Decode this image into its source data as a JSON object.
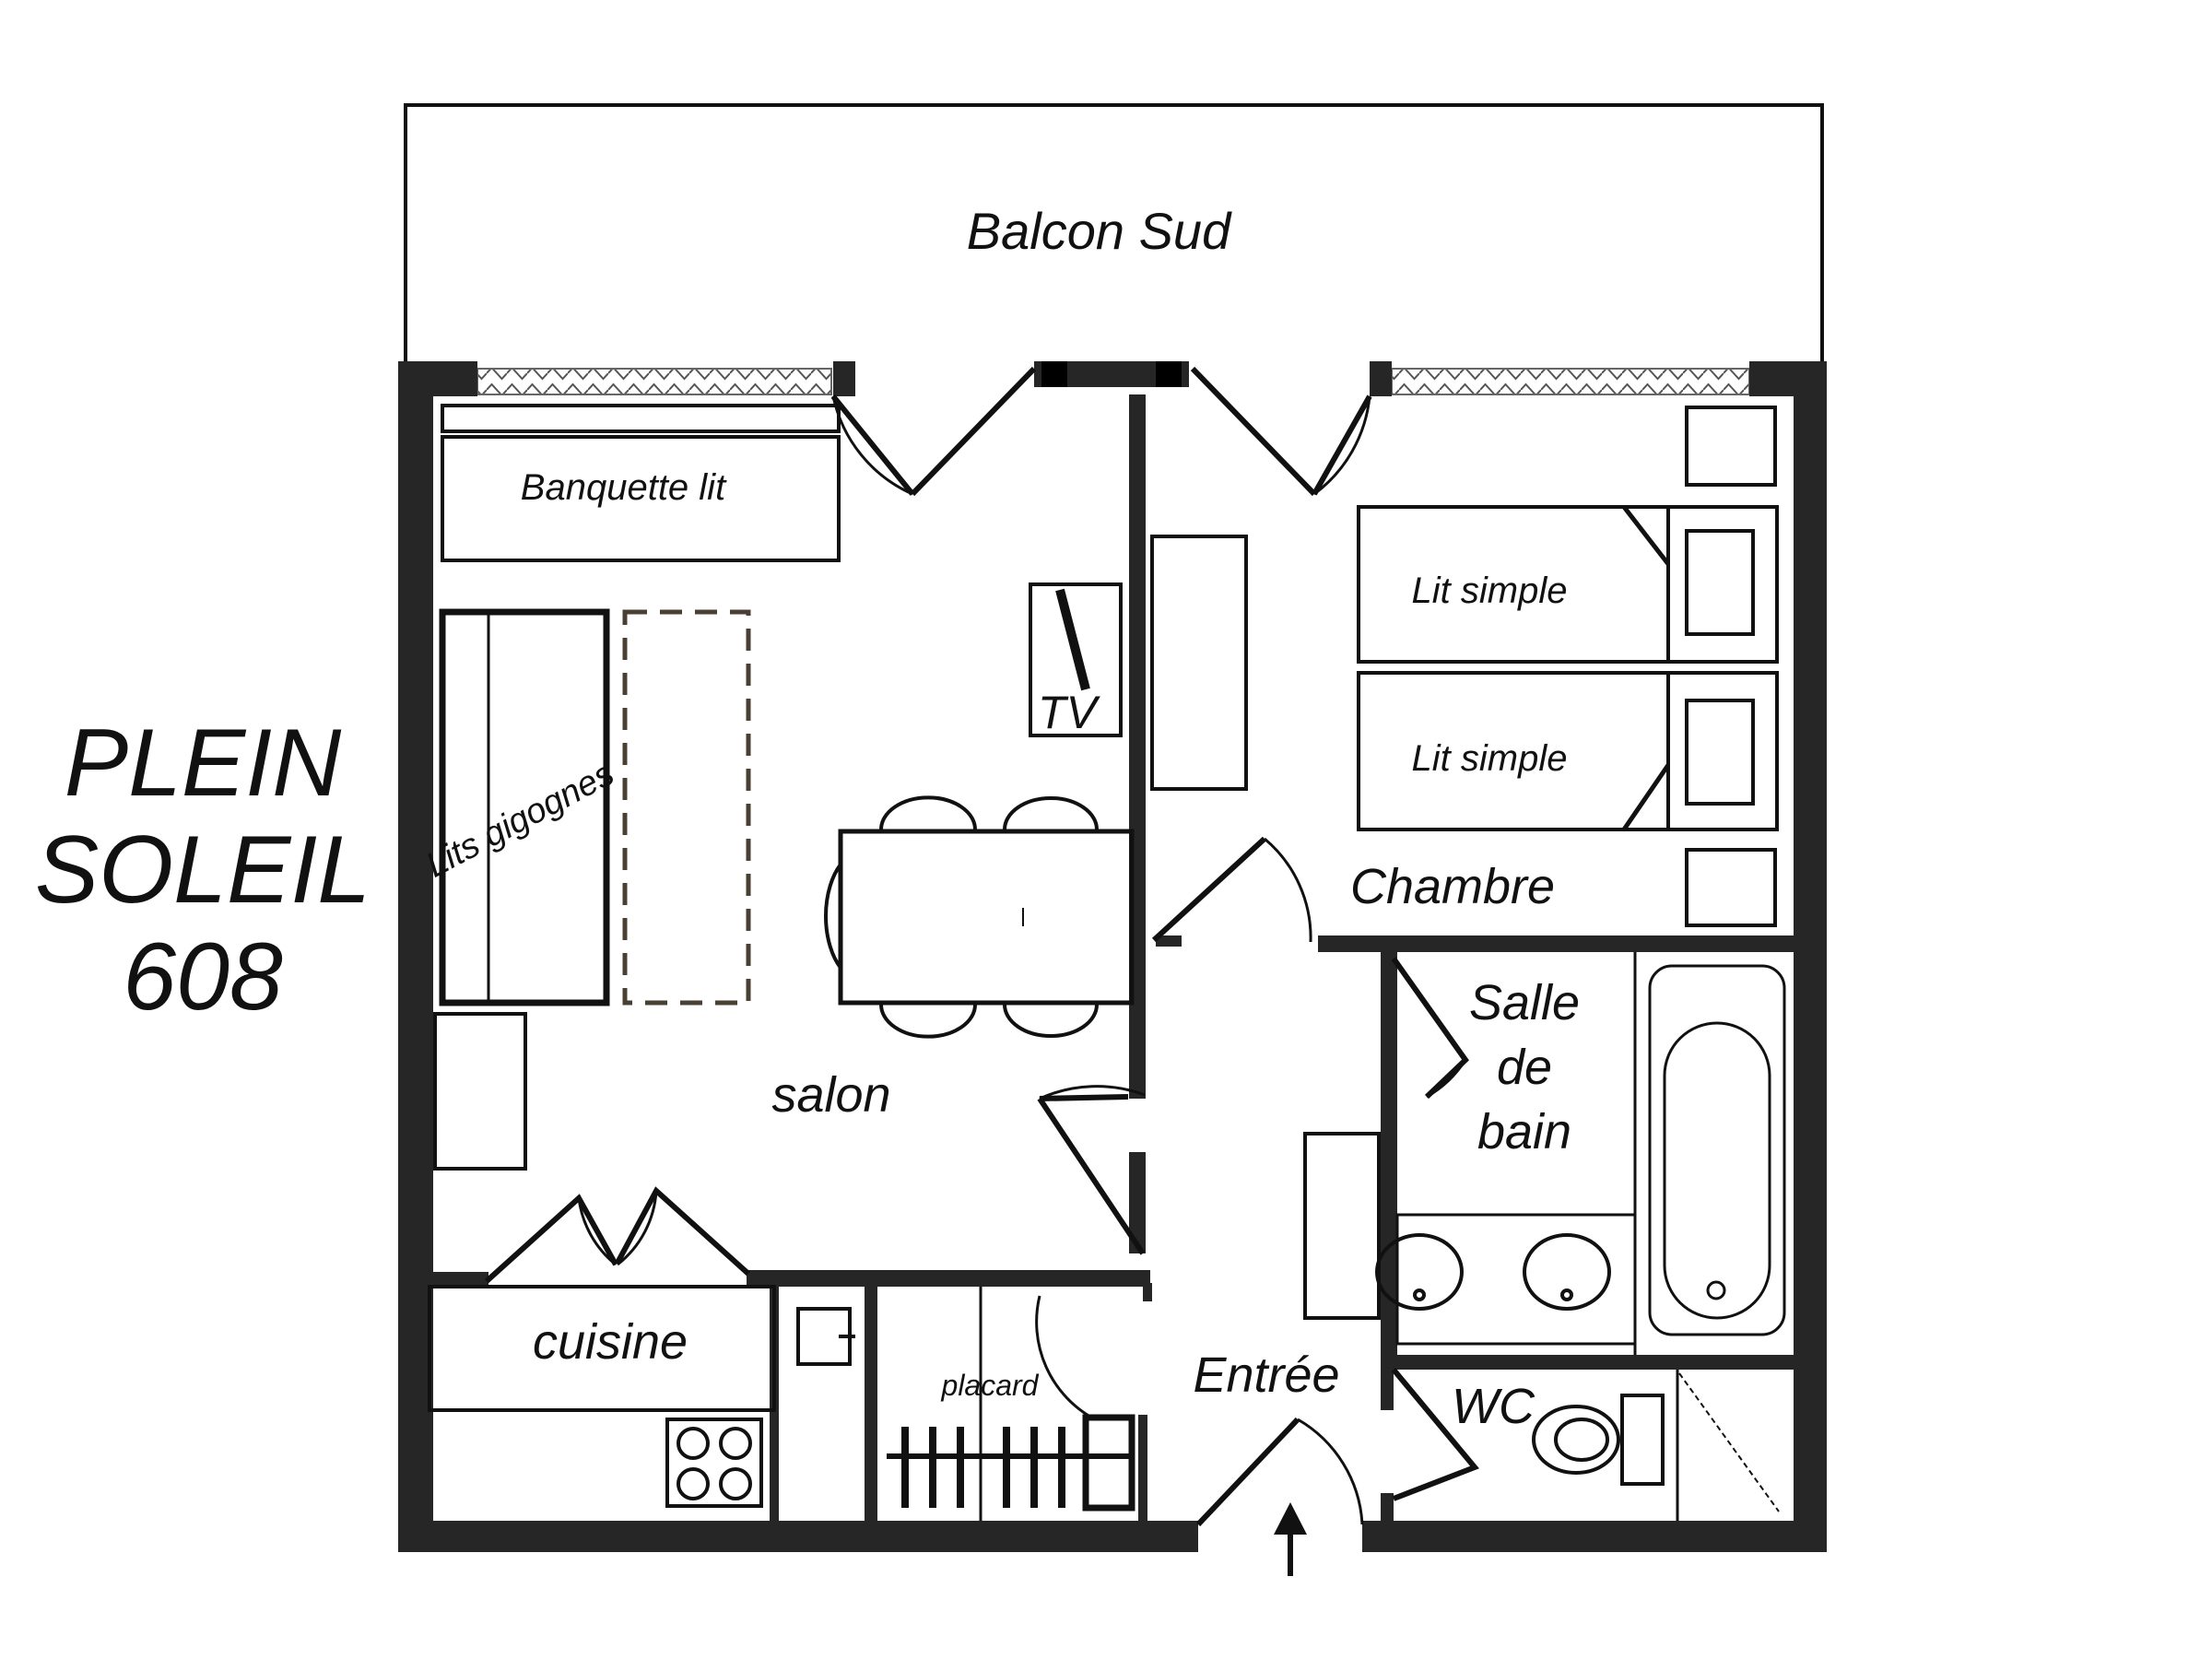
{
  "title": {
    "line1": "PLEIN",
    "line2": "SOLEIL",
    "line3": "608"
  },
  "rooms": {
    "balcon": "Balcon Sud",
    "banquette": "Banquette lit",
    "lits_gigognes": "Lits gigognes",
    "tv": "TV",
    "lit_simple_1": "Lit simple",
    "lit_simple_2": "Lit simple",
    "chambre": "Chambre",
    "salle_de_bain_l1": "Salle",
    "salle_de_bain_l2": "de",
    "salle_de_bain_l3": "bain",
    "salon": "salon",
    "cuisine": "cuisine",
    "placard": "placard",
    "entree": "Entrée",
    "wc": "WC"
  },
  "colors": {
    "wall": "#262626",
    "line": "#111111",
    "dashed": "#4a3f33",
    "background": "#ffffff"
  }
}
